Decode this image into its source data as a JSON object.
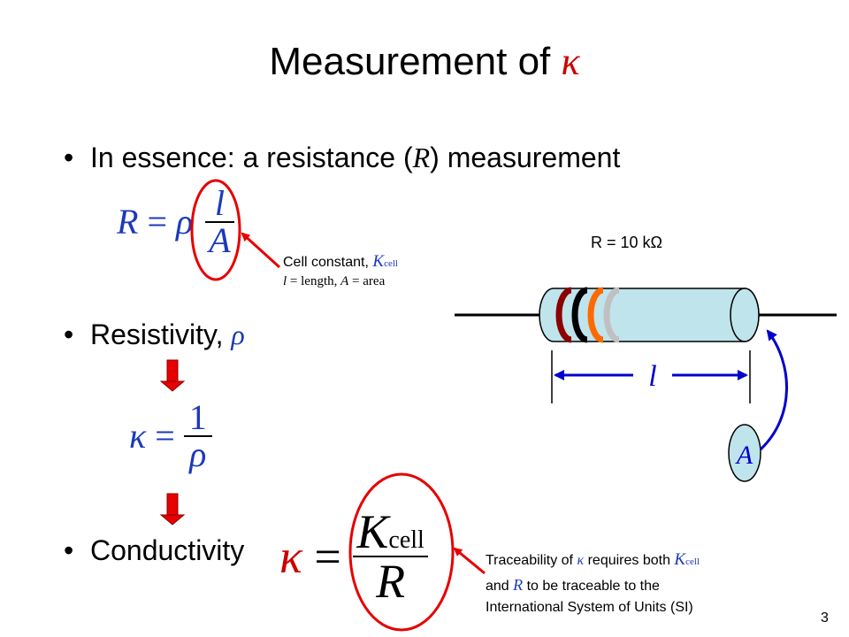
{
  "slide": {
    "title_text": "Measurement of ",
    "title_symbol": "κ",
    "page_number": "3"
  },
  "bullets": {
    "essence_pre": "In essence: a resistance (",
    "essence_symbol": "R",
    "essence_post": ") measurement",
    "resistivity_label": "Resistivity, ",
    "resistivity_symbol": "ρ",
    "conductivity_label": "Conductivity"
  },
  "equations": {
    "resistance": {
      "lhs": "R",
      "eq": "=",
      "factor": "ρ",
      "numerator": "l",
      "denominator": "A"
    },
    "kappa_inv": {
      "lhs": "κ",
      "eq": "=",
      "numerator": "1",
      "denominator": "ρ"
    },
    "kappa_final": {
      "lhs": "κ",
      "eq": "=",
      "numerator_main": "K",
      "numerator_sub": "cell",
      "denominator": "R"
    }
  },
  "annotations": {
    "cell_constant_label": "Cell constant, ",
    "cell_constant_symbol": "K",
    "cell_constant_sub": "cell",
    "definitions": {
      "l_symbol": "l",
      "l_text": " = length, ",
      "a_symbol": "A",
      "a_text": " = area"
    },
    "traceability": {
      "line1_pre": "Traceability of ",
      "line1_symbol": "κ",
      "line1_mid": " requires both ",
      "line1_k": "K",
      "line1_sub": "cell",
      "line2_pre": "and ",
      "line2_symbol": "R",
      "line2_post": " to be traceable to the",
      "line3": "International System of Units (SI)"
    }
  },
  "resistor": {
    "value_label": "R = 10 kΩ",
    "length_symbol": "l",
    "area_symbol": "A",
    "body_color": "#bfe4ec",
    "band_colors": [
      "#8b0000",
      "#000000",
      "#ff6a00",
      "#c0c0c0"
    ]
  },
  "colors": {
    "accent_red": "#cc0000",
    "arrow_red": "#e60000",
    "math_blue": "#1c39bb",
    "diagram_blue": "#0000cc"
  }
}
